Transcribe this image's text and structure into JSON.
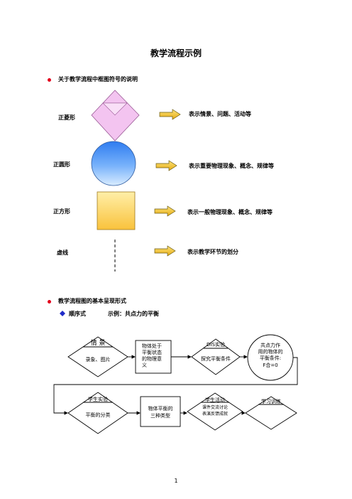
{
  "title": "教学流程示例",
  "section1": {
    "heading": "关于教学流程中框图符号的说明",
    "rows": [
      {
        "label": "正菱形",
        "desc": "表示情景、问题、活动等"
      },
      {
        "label": "正圆形",
        "desc": "表示重要物理现象、概念、规律等"
      },
      {
        "label": "正方形",
        "desc": "表示一般物理现象、概念、规律等"
      },
      {
        "label": "虚线",
        "desc": "表示教学环节的划分"
      }
    ]
  },
  "section2": {
    "heading": "教学流程图的基本呈现形式",
    "sub_type": "顺序式",
    "sub_example": "示例：共点力的平衡"
  },
  "flow": {
    "n1_top": "情 景",
    "n1_bottom": "录象、图片",
    "n2": [
      "物体处于",
      "平衡状态",
      "的物理意",
      "义"
    ],
    "n3_top": "DIS实验",
    "n3_bottom": "探究平衡条件",
    "n4": [
      "共点力作",
      "用的物体的",
      "平衡条件:",
      "F合=0"
    ],
    "n5_top": "学生实验",
    "n5_bottom": "平衡的分类",
    "n6": [
      "物体平衡的",
      "三种类型"
    ],
    "n7": [
      "学生活动",
      "课件交流讨论",
      "表演反馈成就"
    ],
    "n8": "学习训练"
  },
  "page_number": "1",
  "colors": {
    "bullet": "#e3001b",
    "arrow": "#f0c020",
    "diamond": "#f3c4f0",
    "circle_top": "#2f7cf0",
    "square_top": "#ffefa8",
    "square_bottom": "#f9c23c"
  }
}
